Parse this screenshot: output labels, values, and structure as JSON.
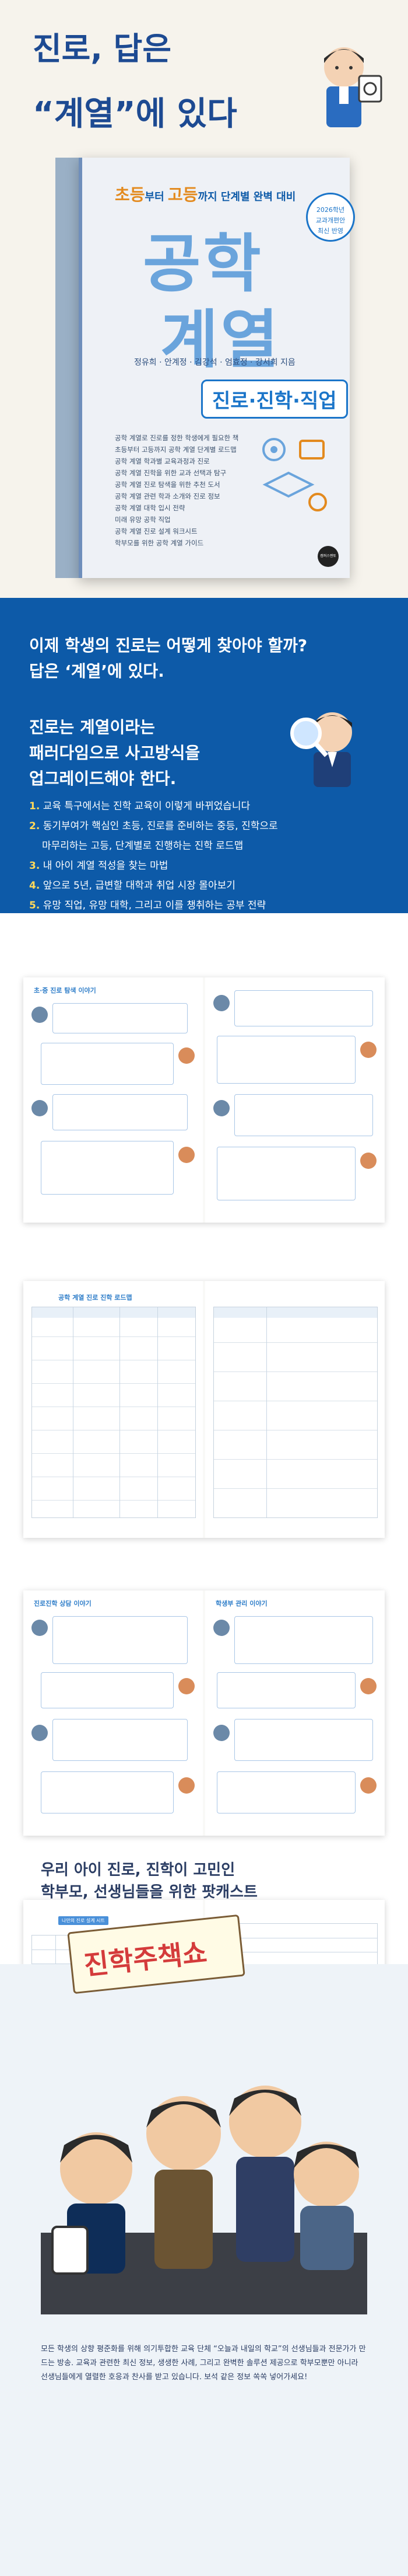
{
  "hero": {
    "title_line1": "진로, 답은",
    "title_line2_prefix": "“계열”",
    "title_line2_suffix": "에 있다"
  },
  "book": {
    "subtitle_part1": "초등",
    "subtitle_part2": "부터 ",
    "subtitle_part3": "고등",
    "subtitle_part4": "까지 단계별 완벽 대비",
    "title_line1": "공학",
    "title_line2": "계열",
    "tag": "진로·진학·직업",
    "authors": "정유희 · 안계정 · 김강석 · 엄효정 · 강서희 지음",
    "badge_line1": "2026학년",
    "badge_line2": "교과개편안",
    "badge_line3": "최신 반영",
    "bullets": [
      "공학 계열로 진로를 정한 학생에게 필요한 책",
      "초등부터 고등까지 공학 계열 단계별 로드맵",
      "공학 계열 학과별 교육과정과 진로",
      "공학 계열 진학을 위한 교과 선택과 탐구",
      "공학 계열 진로 탐색을 위한 추천 도서",
      "공학 계열 관련 학과 소개와 진로 정보",
      "공학 계열 대학 입시 전략",
      "미래 유망 공학 직업",
      "공학 계열 진로 설계 워크시트",
      "학부모를 위한 공학 계열 가이드"
    ],
    "publisher": "캠퍼스멘토"
  },
  "intro": {
    "question_line1": "이제 학생의 진로는 어떻게 찾아야 할까?",
    "question_line2": "답은 ‘계열’에 있다.",
    "sub_line1": "진로는 계열이라는",
    "sub_line2": "패러다임으로 사고방식을",
    "sub_line3": "업그레이드해야 한다.",
    "toc": [
      {
        "num": "1.",
        "text": "교육 특구에서는 진학 교육이 이렇게 바뀌었습니다"
      },
      {
        "num": "2.",
        "text": "동기부여가 핵심인 초등, 진로를 준비하는 중등, 진학으로"
      },
      {
        "num": "",
        "text": "마무리하는 고등, 단계별로 진행하는 진학 로드맵"
      },
      {
        "num": "3.",
        "text": "내 아이 계열 적성을 찾는 마법"
      },
      {
        "num": "4.",
        "text": "앞으로 5년, 급변할 대학과 취업 시장 몰아보기"
      },
      {
        "num": "5.",
        "text": "유망 직업, 유망 대학, 그리고 이를 챙취하는 공부 전략"
      }
    ]
  },
  "spreads": {
    "s1_head": "초·중 진로 탐색 이야기",
    "s2_head": "공학 계열 진로 진학 로드맵",
    "s3_head_left": "진로진학 상담 이야기",
    "s3_head_right": "학생부 관리 이야기",
    "s4_head": "나만의 진로 설계 시트"
  },
  "podcast": {
    "title_line1": "우리 아이 진로, 진학이 고민인",
    "title_line2": "학부모, 선생님들을 위한 팟캐스트",
    "sign": "진학주책쇼",
    "desc": "모든 학생의 상향 평준화를 위해 의기투합한 교육 단체 “오늘과 내일의 학교”의 선생님들과 전문가가 만드는 방송. 교육과 관련한 최신 정보, 생생한 사례, 그리고 완벽한 솔루션 제공으로 학부모뿐만 아니라 선생님들에게 열렬한 호응과 찬사를 받고 있습니다. 보석 같은 정보 쏙쏙 넣어가세요!"
  },
  "colors": {
    "brand_blue": "#0d5aa8",
    "title_blue": "#1d4a92",
    "toc_accent": "#ffd95a"
  }
}
